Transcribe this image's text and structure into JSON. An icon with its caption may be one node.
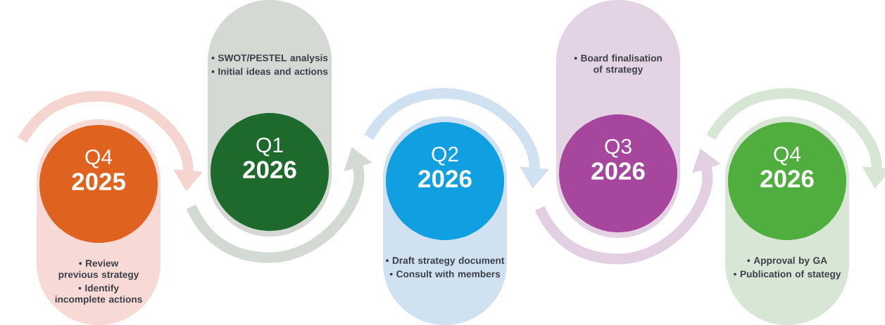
{
  "diagram": {
    "nodes": [
      {
        "text": [
          "• Review previous strategy",
          "• Identify incomplete actions"
        ]
      },
      {
        "text": [
          "Q4",
          "2025"
        ],
        "in": 0
      },
      {
        "text": [
          "• SWOT/PESTEL analysis",
          "• Initial ideas and actions"
        ]
      },
      {
        "text": [
          "Q1",
          "2026"
        ],
        "in": 2
      },
      {
        "text": [
          "• Draft strategy document",
          "• Consult with members"
        ]
      },
      {
        "text": [
          "Q2",
          "2026"
        ],
        "in": 4
      },
      {
        "text": [
          "• Board finalisation of strategy"
        ]
      },
      {
        "text": [
          "Q3",
          "2026"
        ],
        "in": 6
      },
      {
        "text": [
          "• Approval by GA",
          "• Publication of stategy"
        ]
      },
      {
        "text": [
          "Q4",
          "2026"
        ],
        "in": 8
      }
    ]
  }
}
